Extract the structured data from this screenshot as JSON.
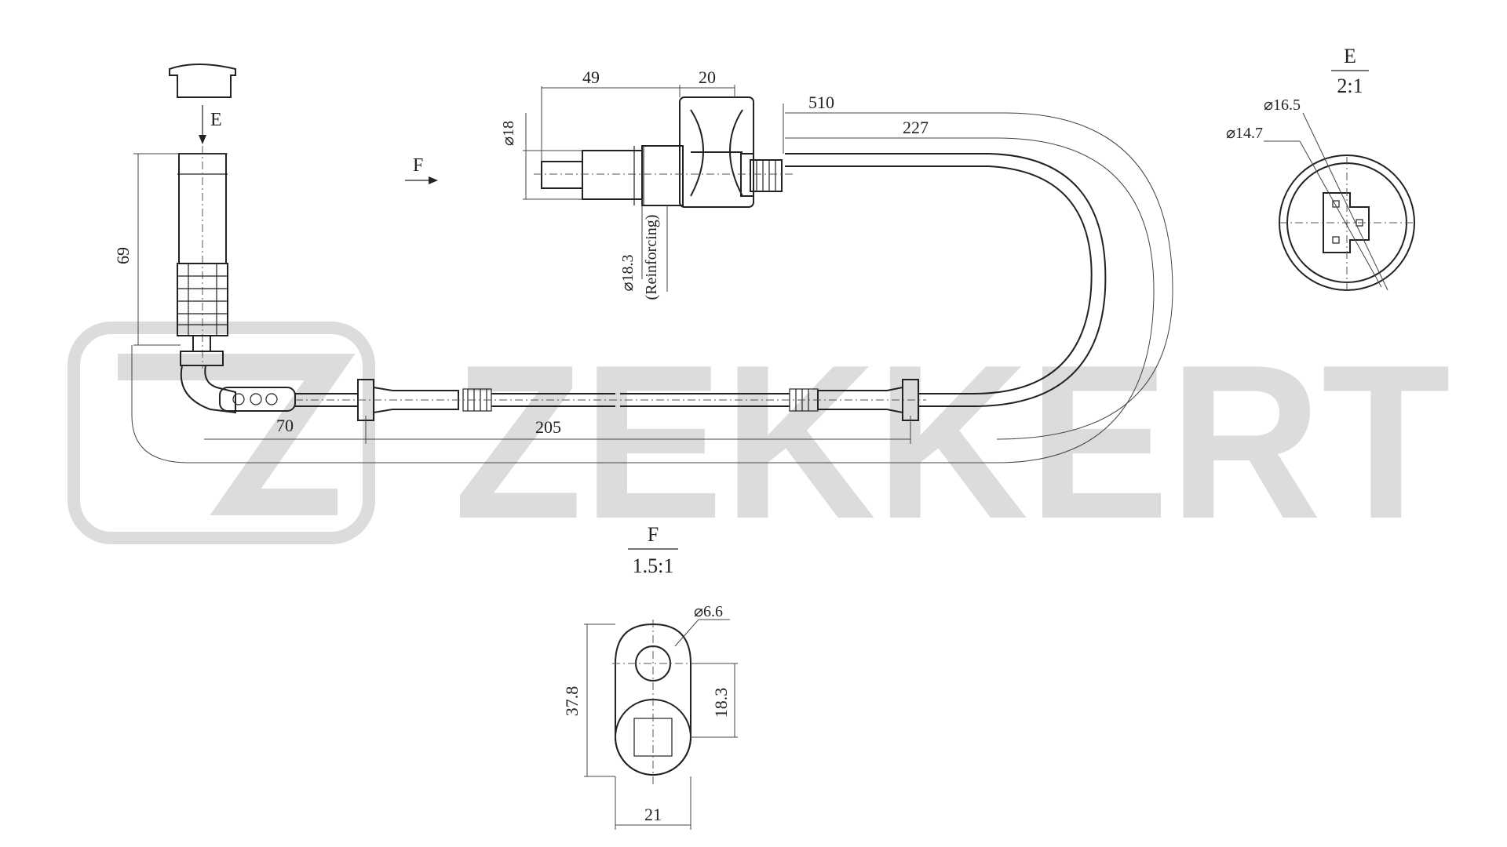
{
  "watermark": {
    "brand": "ZEKKERT",
    "color": "#dcdcdc"
  },
  "connector_view": {
    "arrow_label": "E",
    "height_dim": "69"
  },
  "sensor_head": {
    "len_49": "49",
    "len_20": "20",
    "dia_18": "⌀18",
    "dia_reinf": "⌀18.3",
    "reinf_note": "(Reinforcing)",
    "view_arrow": "F"
  },
  "cable": {
    "len_510": "510",
    "len_227": "227",
    "len_70": "70",
    "len_205": "205"
  },
  "detail_e": {
    "label": "E",
    "scale": "2:1",
    "dia_outer": "⌀16.5",
    "dia_inner": "⌀14.7"
  },
  "detail_f": {
    "label": "F",
    "scale": "1.5:1",
    "hole_dia": "⌀6.6",
    "height": "37.8",
    "offset": "18.3",
    "width": "21"
  }
}
